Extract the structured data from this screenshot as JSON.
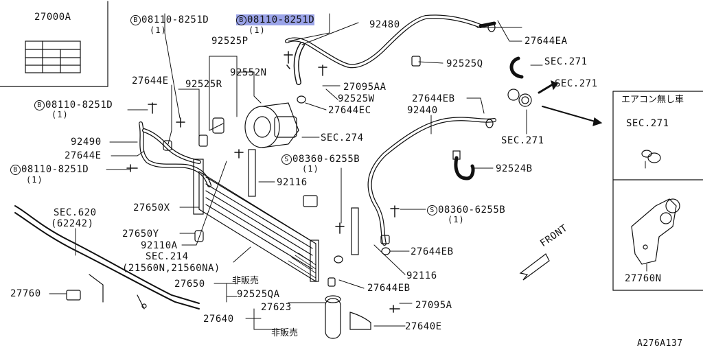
{
  "diagram_id": "A276A137",
  "callouts": [
    {
      "id": "c1",
      "text": "27000A"
    },
    {
      "id": "c2",
      "prefix": "B",
      "text": "08110-8251D",
      "qty": "(1)"
    },
    {
      "id": "c3",
      "prefix": "B",
      "text": "08110-8251D",
      "qty": "(1)",
      "highlight": true
    },
    {
      "id": "c4",
      "text": "92480"
    },
    {
      "id": "c5",
      "text": "27644EA"
    },
    {
      "id": "c6",
      "text": "92525P"
    },
    {
      "id": "c7",
      "text": "92552N"
    },
    {
      "id": "c8",
      "text": "92525Q"
    },
    {
      "id": "c9",
      "text": "SEC.271"
    },
    {
      "id": "c10",
      "text": "SEC.271"
    },
    {
      "id": "c11",
      "text": "27644E"
    },
    {
      "id": "c12",
      "text": "92525R"
    },
    {
      "id": "c13",
      "text": "27095AA"
    },
    {
      "id": "c14",
      "text": "92525W"
    },
    {
      "id": "c15",
      "text": "27644EB"
    },
    {
      "id": "c16",
      "text": "27644EC"
    },
    {
      "id": "c17",
      "prefix": "B",
      "text": "08110-8251D",
      "qty": "(1)"
    },
    {
      "id": "c18",
      "text": "92440"
    },
    {
      "id": "c19",
      "text": "92490"
    },
    {
      "id": "c20",
      "text": "SEC.274"
    },
    {
      "id": "c21",
      "text": "SEC.271"
    },
    {
      "id": "c22",
      "text": "27644E"
    },
    {
      "id": "c23",
      "prefix": "B",
      "text": "08110-8251D",
      "qty": "(1)"
    },
    {
      "id": "c24",
      "prefix": "S",
      "text": "08360-6255B",
      "qty": "(1)"
    },
    {
      "id": "c25",
      "text": "92524B"
    },
    {
      "id": "c26",
      "text": "92116"
    },
    {
      "id": "c27",
      "text": "27650X"
    },
    {
      "id": "c28",
      "text": "SEC.620"
    },
    {
      "id": "c29",
      "text": "(62242)"
    },
    {
      "id": "c30",
      "prefix": "S",
      "text": "08360-6255B",
      "qty": "(1)"
    },
    {
      "id": "c31",
      "text": "27650Y"
    },
    {
      "id": "c32",
      "text": "92110A"
    },
    {
      "id": "c33",
      "text": "27644EB"
    },
    {
      "id": "c34",
      "text": "SEC.214"
    },
    {
      "id": "c35",
      "text": "(21560N,21560NA)"
    },
    {
      "id": "c36",
      "text": "27650"
    },
    {
      "id": "c37",
      "text": "非販売"
    },
    {
      "id": "c38",
      "text": "92525QA"
    },
    {
      "id": "c39",
      "text": "92116"
    },
    {
      "id": "c40",
      "text": "27760"
    },
    {
      "id": "c41",
      "text": "27644EB"
    },
    {
      "id": "c42",
      "text": "27623"
    },
    {
      "id": "c43",
      "text": "27095A"
    },
    {
      "id": "c44",
      "text": "27640"
    },
    {
      "id": "c45",
      "text": "27640E"
    },
    {
      "id": "c46",
      "text": "非販売"
    }
  ],
  "front_label": "FRONT",
  "inset": {
    "title": "エアコン無し車",
    "upper_label": "SEC.271",
    "lower_label": "27760N"
  }
}
